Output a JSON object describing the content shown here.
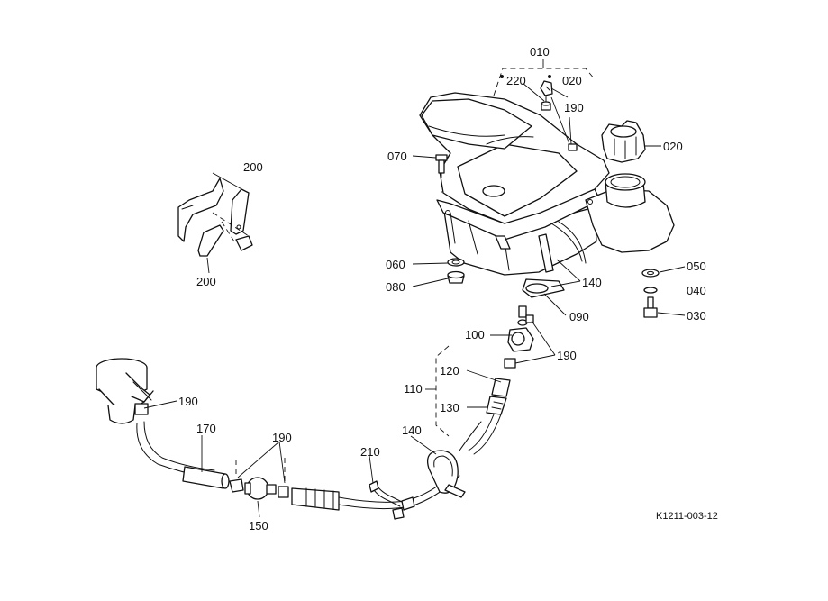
{
  "labels": {
    "010": "010",
    "020_top": "020",
    "220": "220",
    "190_top": "190",
    "020_cap": "020",
    "070": "070",
    "060": "060",
    "080": "080",
    "140_tank": "140",
    "090": "090",
    "050": "050",
    "040": "040",
    "030": "030",
    "100": "100",
    "190_mid": "190",
    "110": "110",
    "120": "120",
    "130": "130",
    "200_top": "200",
    "200_bottom": "200",
    "190_left": "190",
    "170": "170",
    "190_bottom": "190",
    "150": "150",
    "210": "210",
    "140_clamp": "140"
  },
  "drawing_code": "K1211-003-12"
}
